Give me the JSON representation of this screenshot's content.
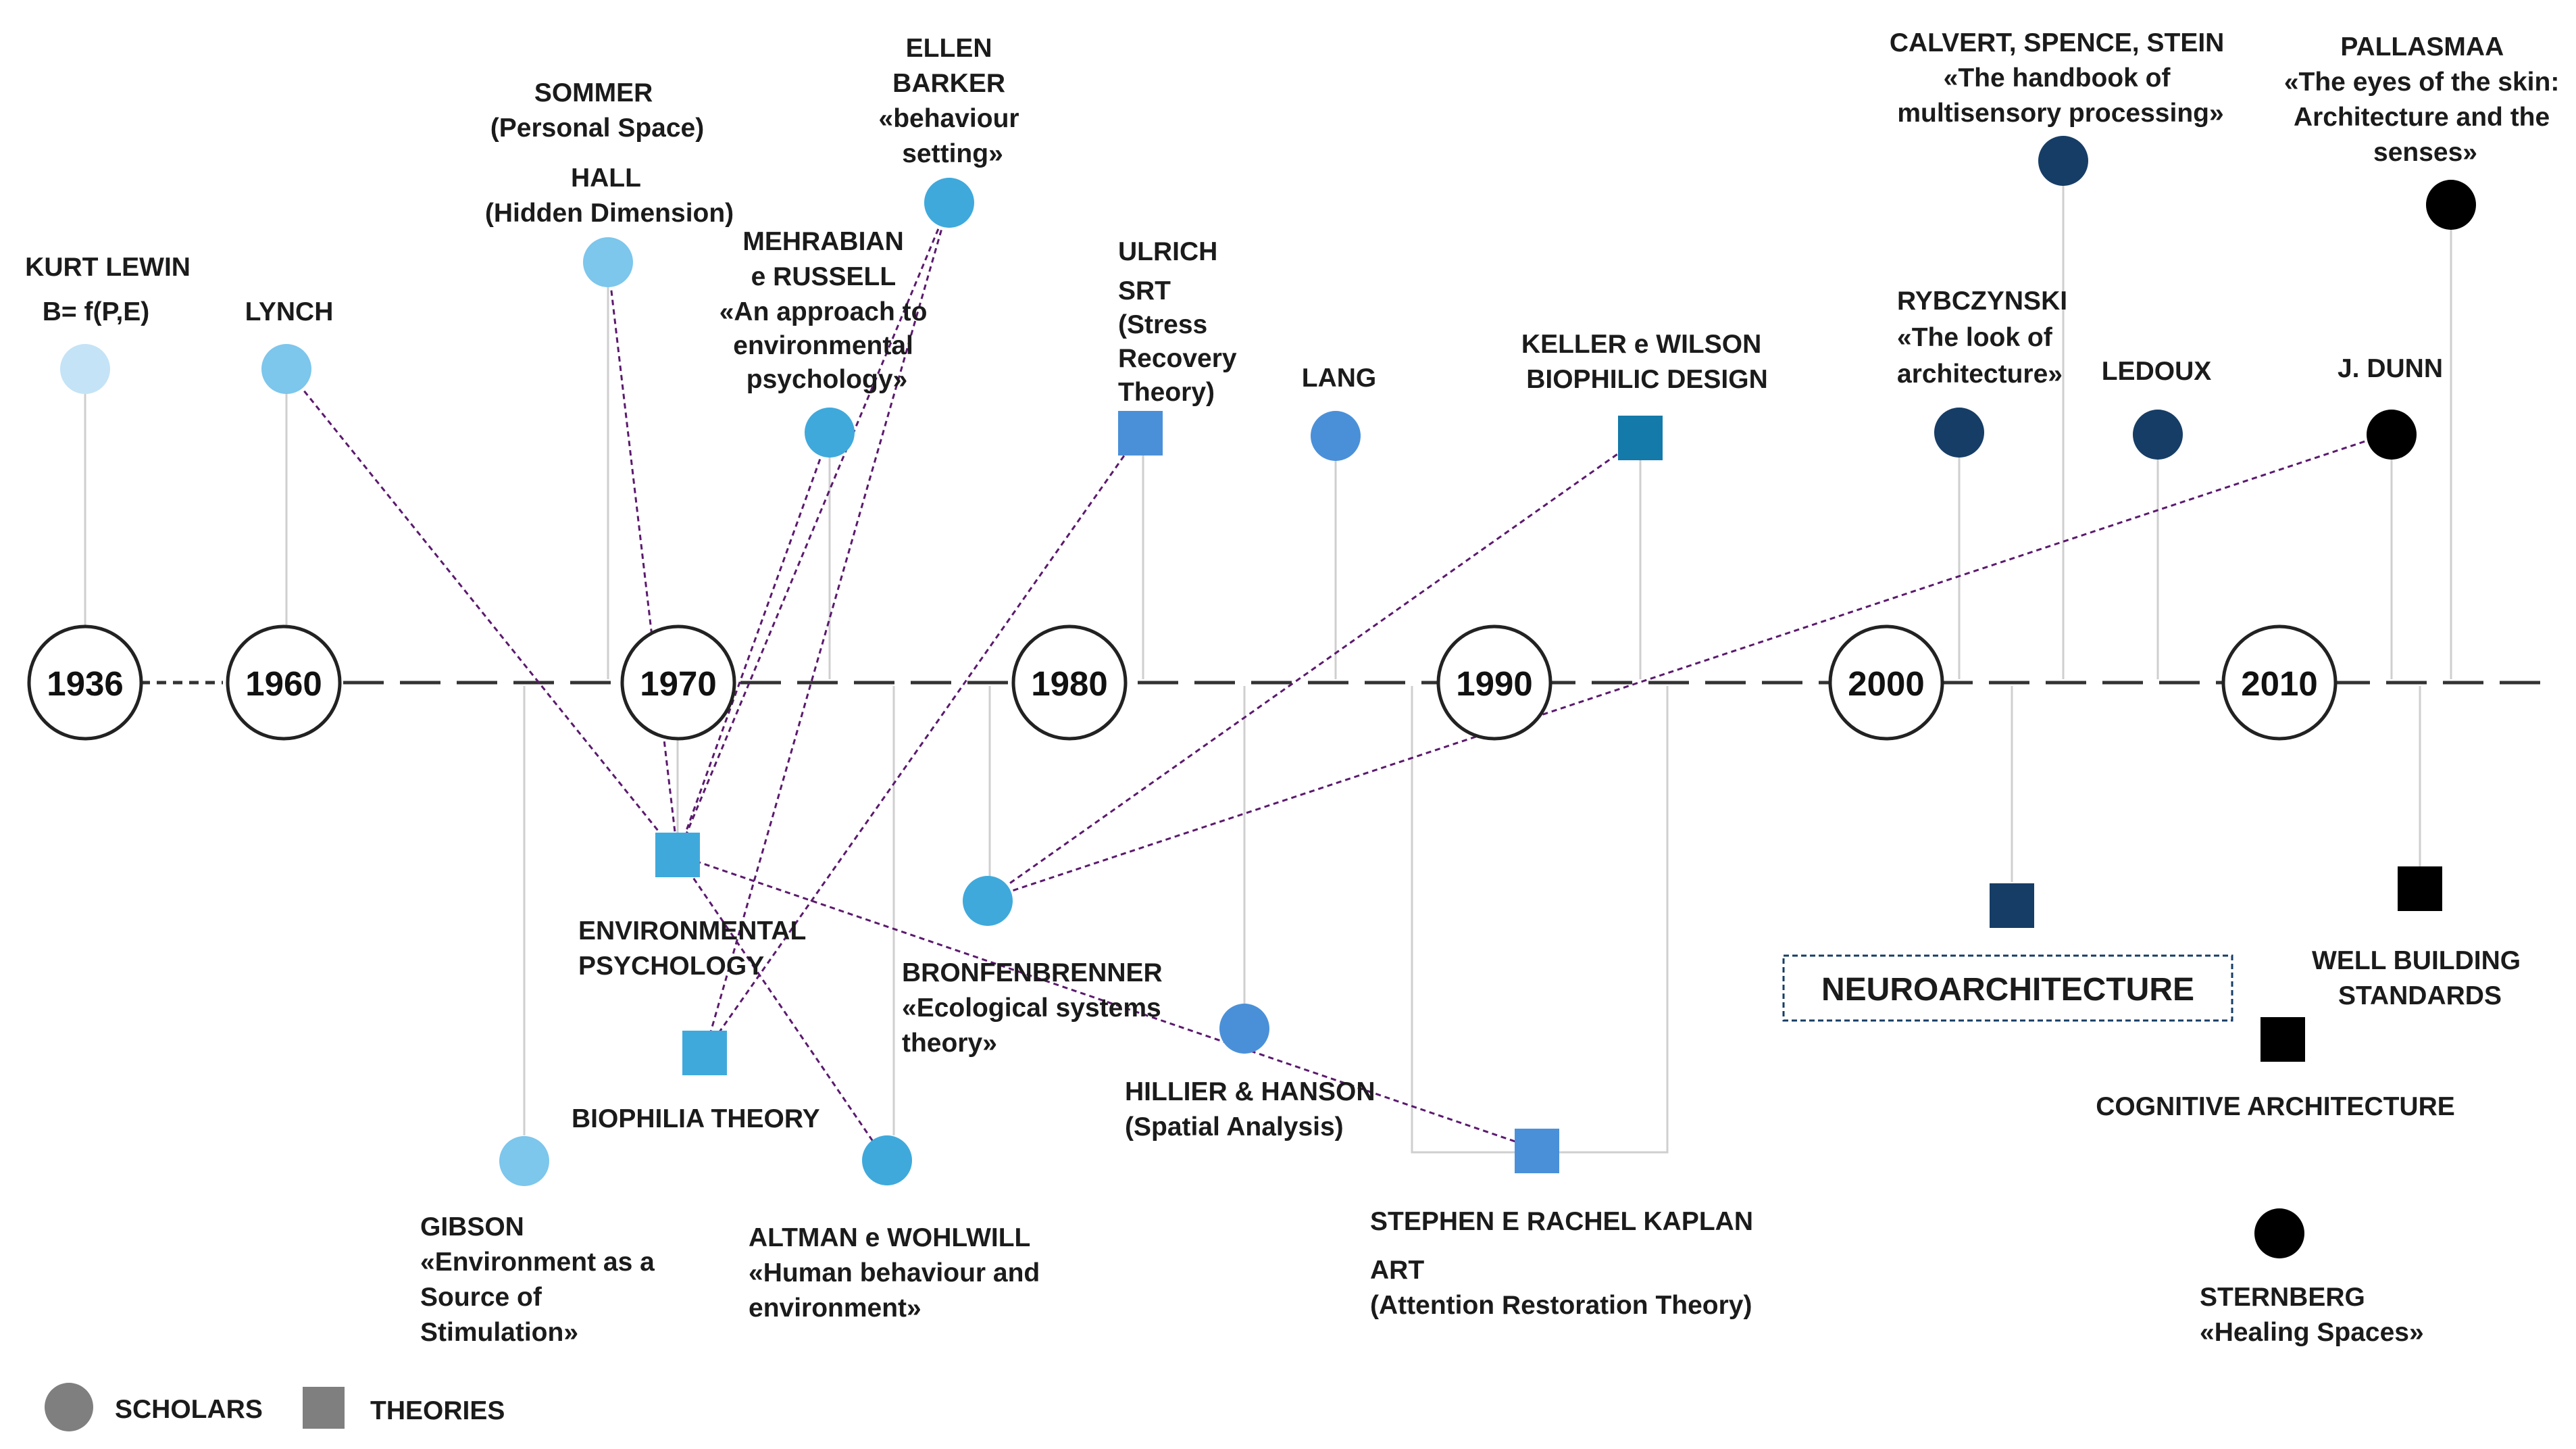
{
  "years": [
    "1936",
    "1960",
    "1970",
    "1980",
    "1990",
    "2000",
    "2010"
  ],
  "colors": {
    "very_light": "#c4e3f6",
    "light": "#7dc6ec",
    "mid": "#3fa9dc",
    "blue": "#4a90d9",
    "teal": "#137aaa",
    "navy": "#163d66",
    "black": "#000000",
    "link": "#5b1a6e",
    "axis": "#333333",
    "stem": "#cfcfcf",
    "legend": "#7f7f7f"
  },
  "scholars_above": {
    "lewin": [
      "KURT LEWIN",
      "B= f(P,E)"
    ],
    "lynch": [
      "LYNCH"
    ],
    "sommer": [
      "SOMMER",
      "(Personal Space)"
    ],
    "hall": [
      "HALL",
      "(Hidden Dimension)"
    ],
    "barker": [
      "ELLEN",
      "BARKER",
      "«behaviour",
      "setting»"
    ],
    "mehrabian": [
      "MEHRABIAN",
      "e RUSSELL",
      "«An approach to",
      "environmental",
      "psychology»"
    ],
    "ulrich": [
      "ULRICH",
      "SRT",
      "(Stress",
      "Recovery",
      "Theory)"
    ],
    "lang": [
      "LANG"
    ],
    "keller": [
      "KELLER e WILSON",
      "BIOPHILIC DESIGN"
    ],
    "calvert": [
      "CALVERT, SPENCE, STEIN",
      "«The handbook of",
      "multisensory processing»"
    ],
    "pallasmaa": [
      "PALLASMAA",
      "«The eyes of the skin:",
      "Architecture and the",
      "senses»"
    ],
    "rybczynski": [
      "RYBCZYNSKI",
      "«The look of",
      "architecture»"
    ],
    "ledoux": [
      "LEDOUX"
    ],
    "dunn": [
      "J. DUNN"
    ]
  },
  "nodes_below": {
    "env_psych": [
      "ENVIRONMENTAL",
      "PSYCHOLOGY"
    ],
    "biophilia": [
      "BIOPHILIA THEORY"
    ],
    "gibson": [
      "GIBSON",
      "«Environment as a",
      "Source of",
      "Stimulation»"
    ],
    "altman": [
      "ALTMAN e WOHLWILL",
      "«Human behaviour and",
      "environment»"
    ],
    "bronfenbrenner": [
      "BRONFENBRENNER",
      "«Ecological systems",
      "theory»"
    ],
    "hillier": [
      "HILLIER & HANSON",
      "(Spatial Analysis)"
    ],
    "kaplan": [
      "STEPHEN E RACHEL KAPLAN",
      "ART",
      "(Attention Restoration Theory)"
    ],
    "neuro": [
      "NEUROARCHITECTURE"
    ],
    "well": [
      "WELL BUILDING",
      "STANDARDS"
    ],
    "cognitive": [
      "COGNITIVE ARCHITECTURE"
    ],
    "sternberg": [
      "STERNBERG",
      "«Healing Spaces»"
    ]
  },
  "legend": {
    "scholars": "SCHOLARS",
    "theories": "THEORIES"
  }
}
